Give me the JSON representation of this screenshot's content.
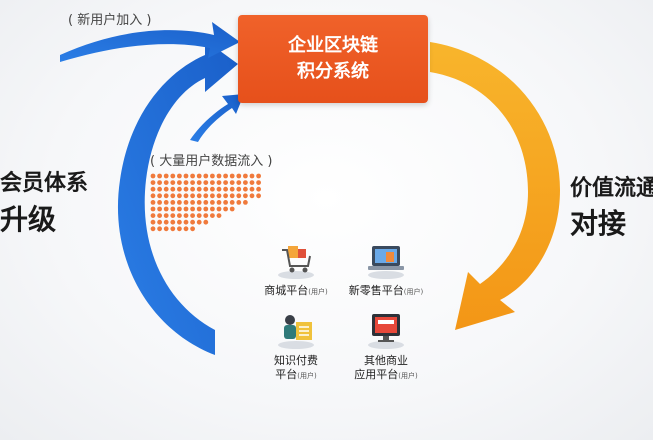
{
  "center": {
    "line1": "企业区块链",
    "line2": "积分系统"
  },
  "notes": {
    "new_users": "( 新用户加入 )",
    "data_inflow": "( 大量用户数据流入 )"
  },
  "left": {
    "line1": "会员体系",
    "line2": "升级"
  },
  "right": {
    "line1": "价值流通",
    "line2": "对接"
  },
  "apps": [
    {
      "name": "商城平台",
      "tag": "(用户)"
    },
    {
      "name": "新零售平台",
      "tag": "(用户)"
    },
    {
      "name_line1": "知识付费",
      "name_line2": "平台",
      "tag": "(用户)"
    },
    {
      "name_line1": "其他商业",
      "name_line2": "应用平台",
      "tag": "(用户)"
    }
  ],
  "colors": {
    "blue": "#1e6fd9",
    "orange": "#f5a21f",
    "box": "#e8541e",
    "dots": "#f07a3c"
  }
}
